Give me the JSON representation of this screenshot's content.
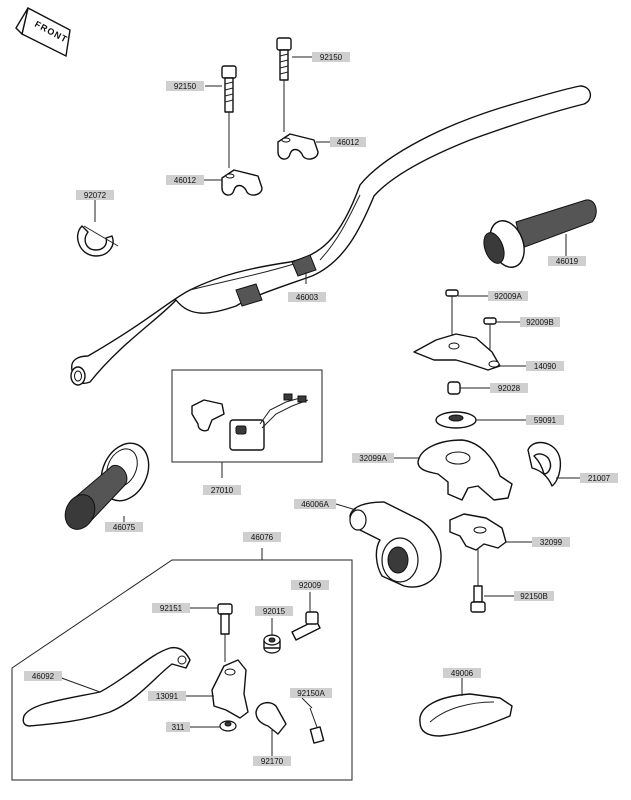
{
  "orientation": {
    "front_label": "FRONT"
  },
  "labels": {
    "p92150_left": "92150",
    "p92150_right": "92150",
    "p46012_upper": "46012",
    "p46012_lower": "46012",
    "p92072": "92072",
    "p46003": "46003",
    "p46019": "46019",
    "p92009A": "92009A",
    "p92009B": "92009B",
    "p14090": "14090",
    "p92028": "92028",
    "p59091": "59091",
    "p32099A": "32099A",
    "p21007": "21007",
    "p27010": "27010",
    "p46006A": "46006A",
    "p32099": "32099",
    "p92150B": "92150B",
    "p46075": "46075",
    "p46076": "46076",
    "p92151": "92151",
    "p92009": "92009",
    "p92015": "92015",
    "p46092": "46092",
    "p13091": "13091",
    "p92150A": "92150A",
    "p311": "311",
    "p92170": "92170",
    "p49006": "49006"
  }
}
